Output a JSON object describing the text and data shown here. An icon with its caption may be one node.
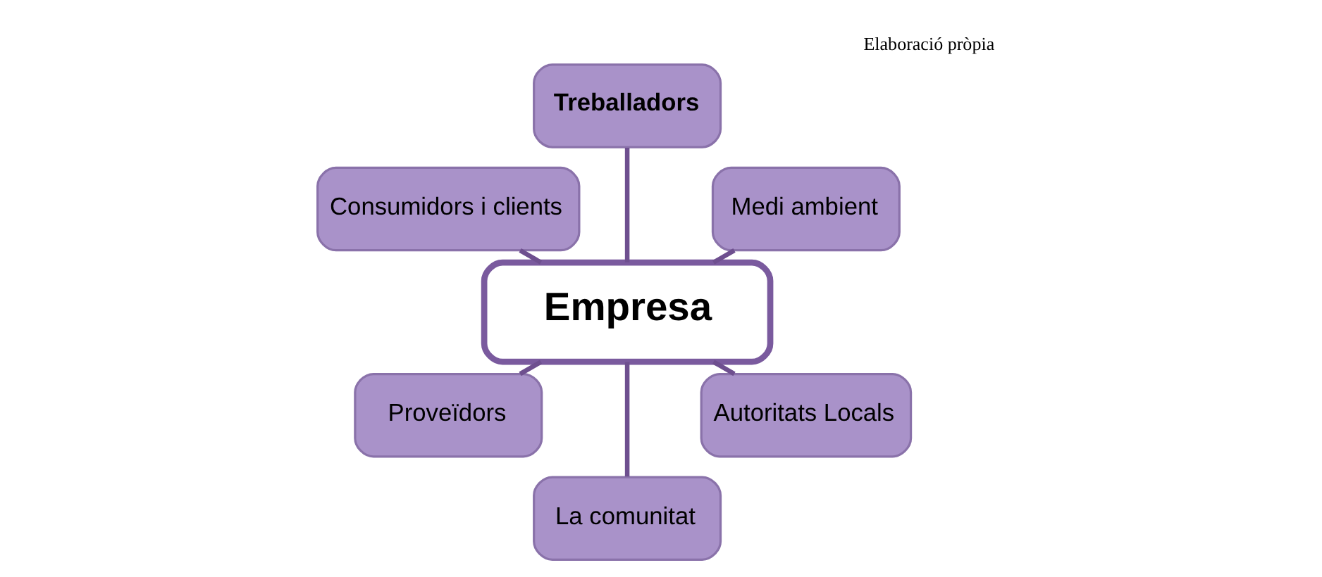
{
  "diagram": {
    "nodes": [
      {
        "text": [
          "Empresa"
        ]
      },
      {
        "text": [
          "Medi ambient"
        ]
      },
      {
        "text": [
          "Treballadors"
        ]
      },
      {
        "text": [
          "Consumidors i clients"
        ]
      },
      {
        "text": [
          "Proveïdors"
        ]
      },
      {
        "text": [
          "La comunitat"
        ]
      },
      {
        "text": [
          "Autoritats Locals"
        ]
      }
    ],
    "edges": [
      {
        "from": 0,
        "to": 1,
        "arrow": "none"
      },
      {
        "from": 0,
        "to": 2,
        "arrow": "none"
      },
      {
        "from": 0,
        "to": 3,
        "arrow": "none"
      },
      {
        "from": 0,
        "to": 4,
        "arrow": "none"
      },
      {
        "from": 0,
        "to": 5,
        "arrow": "none"
      },
      {
        "from": 0,
        "to": 6,
        "arrow": "none"
      }
    ],
    "labels": [
      "Elaboració pròpia"
    ]
  }
}
